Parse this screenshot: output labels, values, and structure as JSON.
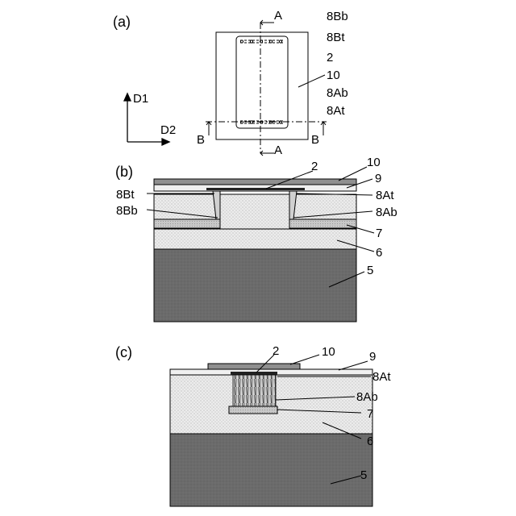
{
  "panels": {
    "a": {
      "tag": "(a)",
      "section_a": "A",
      "section_b": "B",
      "labels": [
        "8Bb",
        "8Bt",
        "2",
        "10",
        "8Ab",
        "8At"
      ],
      "axis_d1": "D1",
      "axis_d2": "D2"
    },
    "b": {
      "tag": "(b)",
      "labels": {
        "l2": "2",
        "l10": "10",
        "l9": "9",
        "l8Bt": "8Bt",
        "l8At": "8At",
        "l8Bb": "8Bb",
        "l8Ab": "8Ab",
        "l7": "7",
        "l6": "6",
        "l5": "5"
      }
    },
    "c": {
      "tag": "(c)",
      "labels": {
        "l2": "2",
        "l10": "10",
        "l9": "9",
        "l8At": "8At",
        "l8Ab": "8Ab",
        "l7": "7",
        "l6": "6",
        "l5": "5"
      }
    }
  },
  "colors": {
    "substrate": "#6e6e6e",
    "insulator": "#e6e6e6",
    "pad": "#c4c4c4",
    "top_layer": "#8a8a8a",
    "line": "#000000"
  }
}
